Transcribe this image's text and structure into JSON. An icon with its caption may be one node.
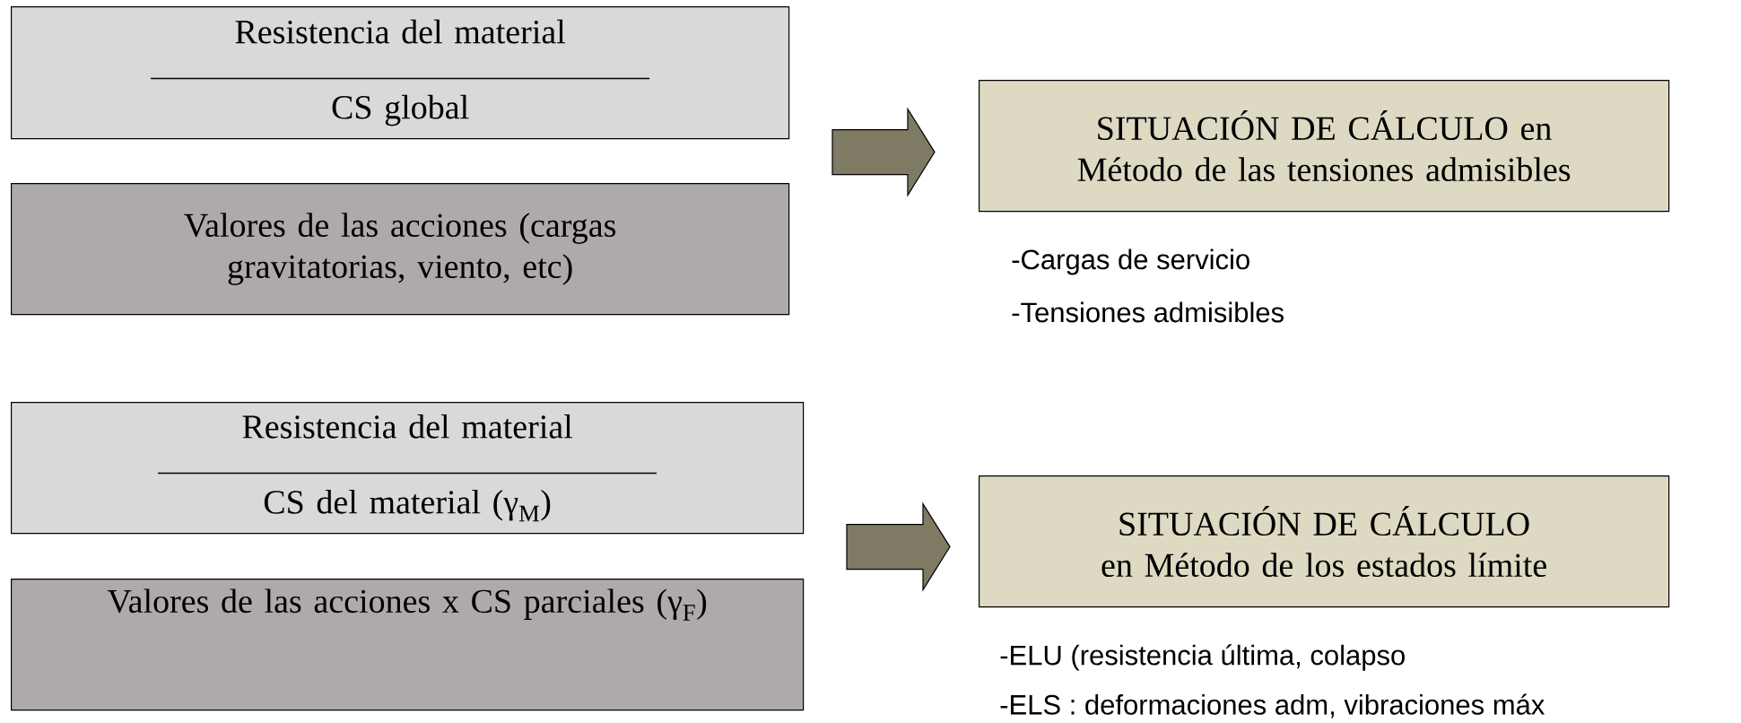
{
  "diagram": {
    "nodes": [
      {
        "text": [
          "Resistencia del material",
          "CS global"
        ]
      },
      {
        "text": [
          "Valores de las acciones (cargas gravitatorias, viento, etc)"
        ]
      },
      {
        "text": [
          "SITUACIÓN DE CÁLCULO en Método de las tensiones admisibles"
        ]
      },
      {
        "text": [
          "Resistencia del material",
          "CS del material (γ$_{M}$)"
        ]
      },
      {
        "text": [
          "Valores de las acciones x CS parciales (γ$_{F}$)"
        ]
      },
      {
        "text": [
          "SITUACIÓN DE CÁLCULO en Método de los estados límite"
        ]
      }
    ],
    "edges": [
      {
        "from": null,
        "to": 2,
        "arrow": "to"
      },
      {
        "from": null,
        "to": 5,
        "arrow": "to"
      }
    ],
    "labels": [
      "-Cargas de servicio",
      "-Tensiones admisibles",
      "-ELU (resistencia última, colapso",
      "-ELS : deformaciones adm, vibraciones máx"
    ]
  }
}
